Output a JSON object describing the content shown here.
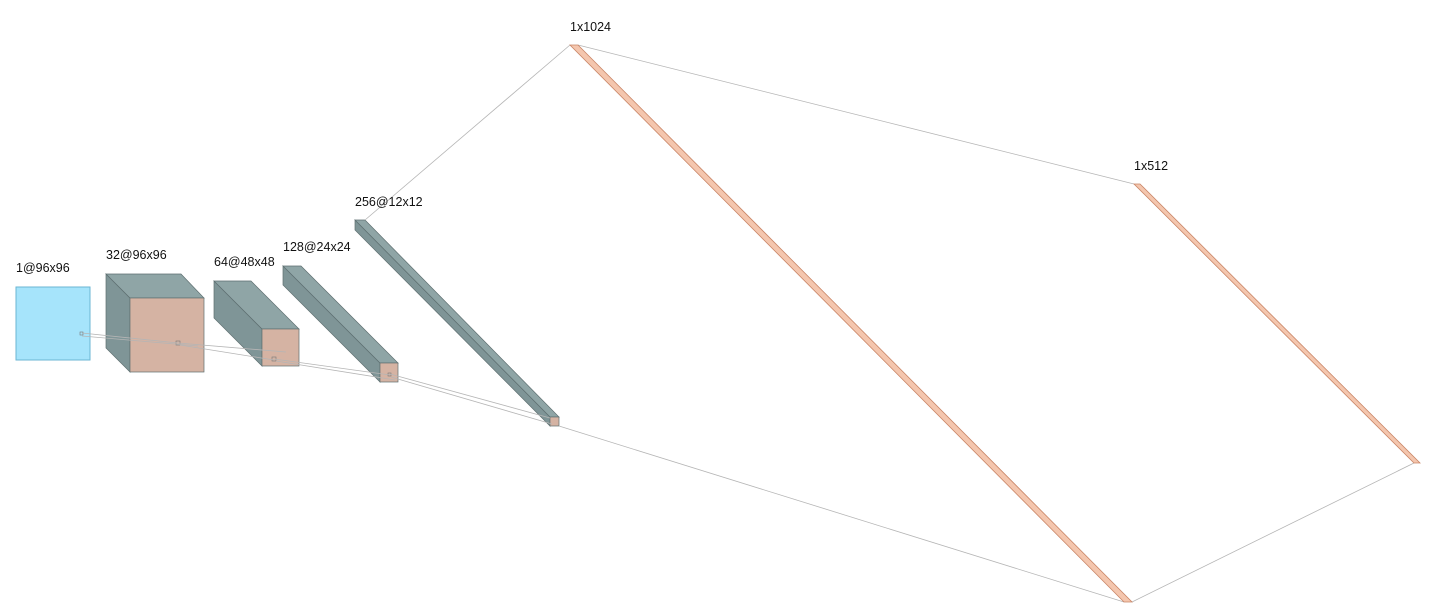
{
  "colors": {
    "input_face": "#a6e4fb",
    "input_edge": "#6bb6d3",
    "conv_face": "#d5b3a3",
    "conv_side": "#7f9597",
    "conv_top": "#8fa5a6",
    "conv_edge": "#5e6f70",
    "dense_fill": "#f4c6ae",
    "dense_edge": "#c98566",
    "connector": "#b5b5b5"
  },
  "layers": [
    {
      "name": "input",
      "label": "1@96x96"
    },
    {
      "name": "conv1",
      "label": "32@96x96"
    },
    {
      "name": "conv2",
      "label": "64@48x48"
    },
    {
      "name": "conv3",
      "label": "128@24x24"
    },
    {
      "name": "conv4",
      "label": "256@12x12"
    },
    {
      "name": "dense1",
      "label": "1x1024"
    },
    {
      "name": "dense2",
      "label": "1x512"
    }
  ]
}
